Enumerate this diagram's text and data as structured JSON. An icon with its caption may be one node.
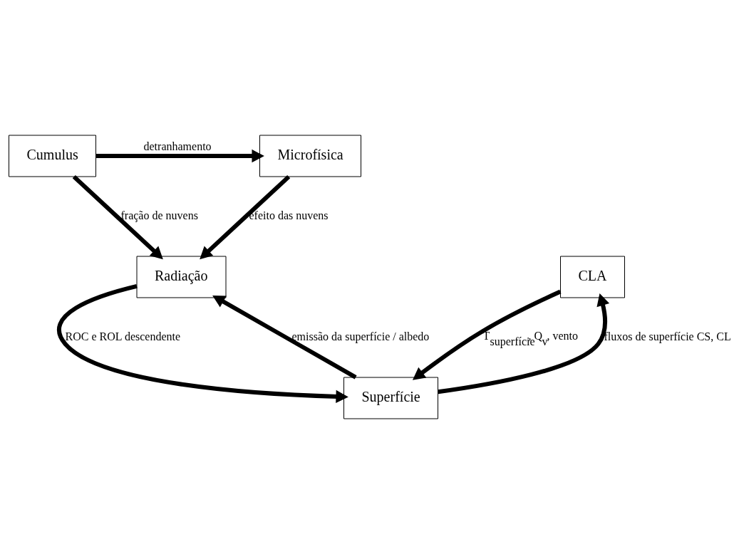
{
  "diagram": {
    "nodes": [
      {
        "text": [
          "Microfísica"
        ]
      },
      {
        "text": [
          "Cumulus"
        ]
      },
      {
        "text": [
          "Radiação"
        ]
      },
      {
        "text": [
          "CLA"
        ]
      },
      {
        "text": [
          "Superfície"
        ]
      }
    ],
    "edges": [
      {
        "from": 1,
        "to": 0,
        "arrow": "to",
        "label": "detranhamento"
      },
      {
        "from": 0,
        "to": 2,
        "arrow": "to",
        "label": "efeito das nuvens"
      },
      {
        "from": 1,
        "to": 2,
        "arrow": "to",
        "label": "fração de nuvens"
      },
      {
        "from": 2,
        "to": 4,
        "arrow": "to",
        "label": "ROC e ROL descendente"
      },
      {
        "from": 4,
        "to": 2,
        "arrow": "to",
        "label": "emissão da superfície / albedo"
      },
      {
        "from": 4,
        "to": 3,
        "arrow": "to",
        "label": "fluxos de superfície CS, CL"
      },
      {
        "from": 3,
        "to": 4,
        "arrow": "to",
        "label": "T$_{superfície}$, Q$_{v}$, vento"
      }
    ]
  }
}
